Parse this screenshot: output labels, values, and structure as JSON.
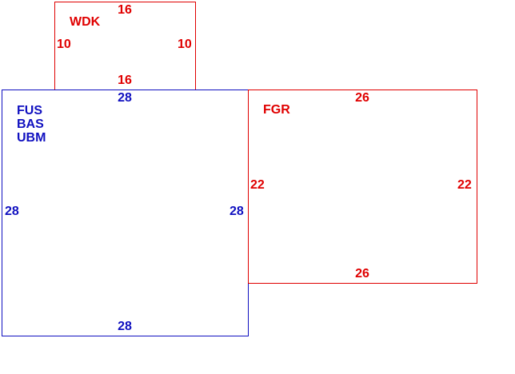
{
  "colors": {
    "red": "#e00000",
    "blue": "#1010c0"
  },
  "boxes": {
    "wdk": {
      "name": "WDK",
      "top": "16",
      "bottom": "16",
      "left": "10",
      "right": "10"
    },
    "blue_box": {
      "names": [
        "FUS",
        "BAS",
        "UBM"
      ],
      "top": "28",
      "bottom": "28",
      "left": "28",
      "right": "28"
    },
    "fgr": {
      "name": "FGR",
      "top": "26",
      "bottom": "26",
      "left": "22",
      "right": "22"
    }
  }
}
